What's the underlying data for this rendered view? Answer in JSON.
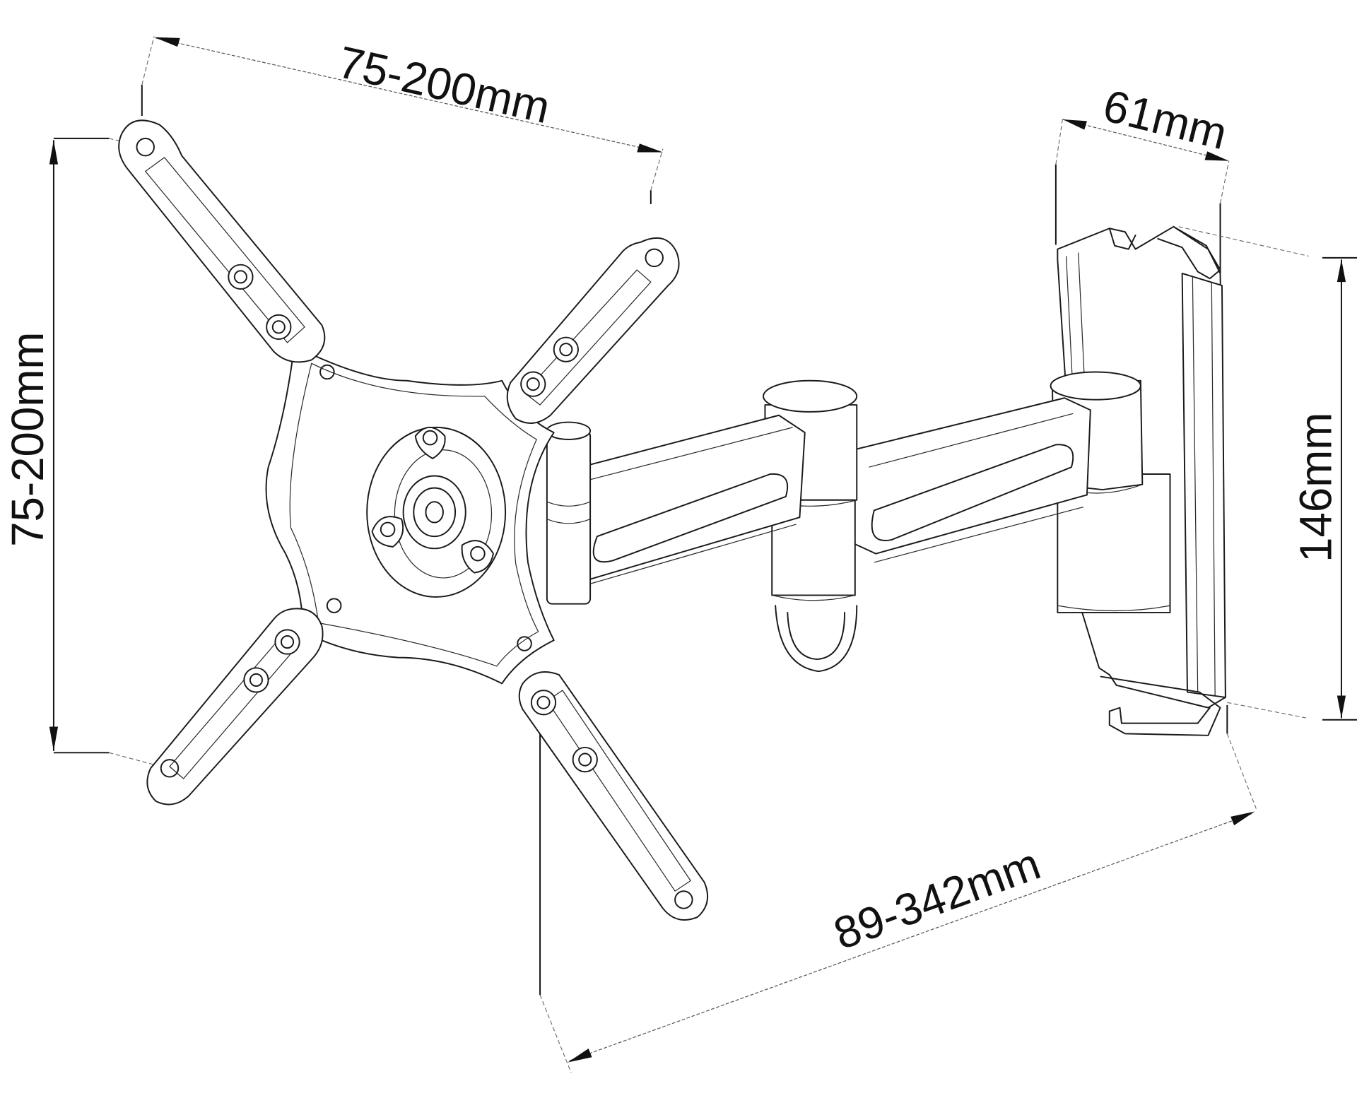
{
  "diagram": {
    "subject": "Full-motion TV wall mount (line drawing)",
    "dimensions": {
      "top_width": "75-200mm",
      "left_height": "75-200mm",
      "wall_plate_width": "61mm",
      "wall_plate_height": "146mm",
      "arm_extension": "89-342mm"
    },
    "colors": {
      "line": "#1a1a1a",
      "background": "#ffffff"
    }
  }
}
